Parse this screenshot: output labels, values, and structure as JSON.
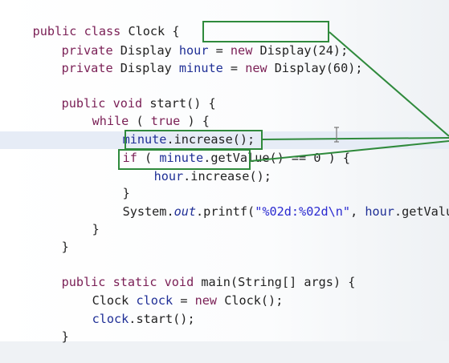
{
  "code": {
    "l1": [
      "public",
      " ",
      "class",
      " Clock {"
    ],
    "l2": [
      "private",
      " Display ",
      "hour",
      " = ",
      "new",
      " Display(24);"
    ],
    "l3": [
      "private",
      " Display ",
      "minute",
      " = ",
      "new",
      " Display(60);"
    ],
    "l4": [
      "public",
      " ",
      "void",
      " start() {"
    ],
    "l5": [
      "while",
      " ( ",
      "true",
      " ) {"
    ],
    "l6": [
      "minute",
      ".increase();"
    ],
    "l7": [
      "if",
      " ( ",
      "minute",
      ".getValue() == 0 ) {"
    ],
    "l8": [
      "hour",
      ".increase();"
    ],
    "l9": [
      "}"
    ],
    "l10": [
      "System.",
      "out",
      ".printf(",
      "\"%02d:%02d\\n\"",
      ", ",
      "hour",
      ".getValue("
    ],
    "l11": [
      "}"
    ],
    "l12": [
      "}"
    ],
    "l13": [
      "public",
      " ",
      "static",
      " ",
      "void",
      " main(String[] args) {"
    ],
    "l14": [
      "Clock ",
      "clock",
      " = ",
      "new",
      " Clock();"
    ],
    "l15": [
      "clock",
      ".start();"
    ],
    "l16": [
      "}"
    ]
  },
  "colors": {
    "keyword": "#7a1f55",
    "field": "#1f2f96",
    "string": "#2a2ad0",
    "highlight_box": "#2f8a3c",
    "current_line": "#e6ecf6"
  },
  "icons": [
    "text-cursor-icon"
  ]
}
